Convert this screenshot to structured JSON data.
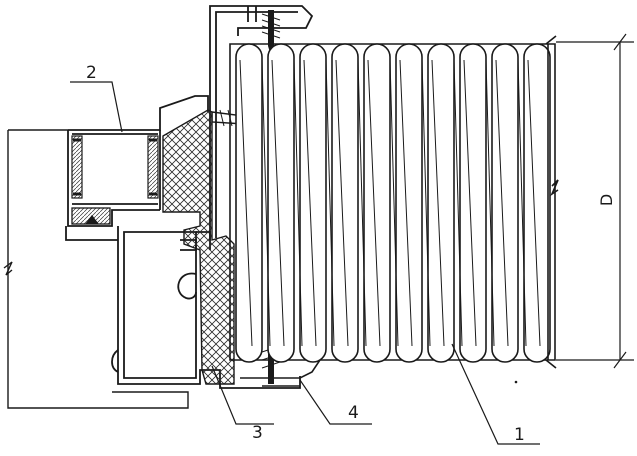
{
  "drawing": {
    "callouts": [
      {
        "id": "1",
        "label": "1"
      },
      {
        "id": "2",
        "label": "2"
      },
      {
        "id": "3",
        "label": "3"
      },
      {
        "id": "4",
        "label": "4"
      }
    ],
    "dimension_label": "D",
    "colors": {
      "line": "#1a1a1a",
      "hatch": "#2a2a2a",
      "background": "#ffffff"
    }
  }
}
